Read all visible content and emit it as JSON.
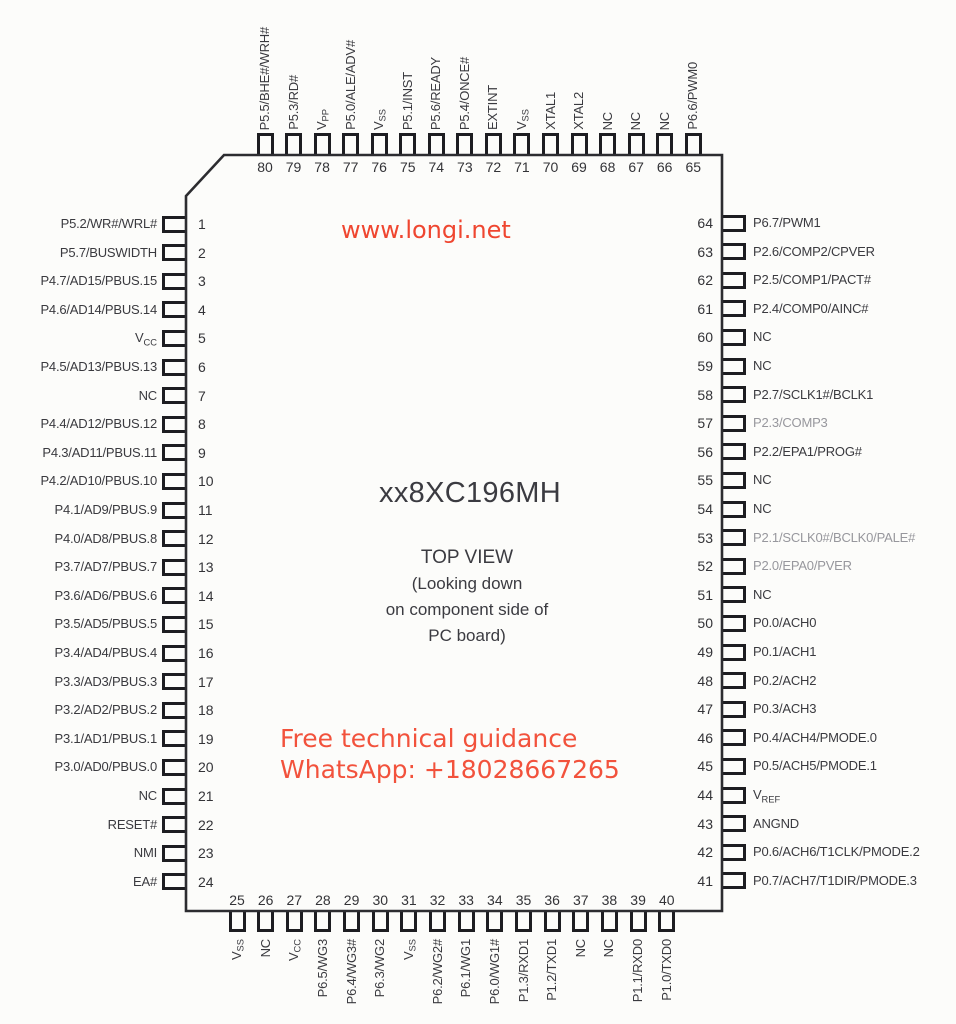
{
  "watermark": {
    "text": "www.longi.net",
    "color": "#ef4630"
  },
  "chip": {
    "part_number": "xx8XC196MH",
    "view_title": "TOP VIEW",
    "view_line1": "(Looking down",
    "view_line2": "on component side of",
    "view_line3": "PC board)"
  },
  "promo": {
    "line1": "Free technical guidance",
    "line2": "WhatsApp: +18028667265",
    "color": "#f2523c"
  },
  "outline_color": "#2c2c30",
  "pins": {
    "left": [
      {
        "n": 1,
        "label": "P5.2/WR#/WRL#"
      },
      {
        "n": 2,
        "label": "P5.7/BUSWIDTH"
      },
      {
        "n": 3,
        "label": "P4.7/AD15/PBUS.15"
      },
      {
        "n": 4,
        "label": "P4.6/AD14/PBUS.14"
      },
      {
        "n": 5,
        "label": "V_{CC}"
      },
      {
        "n": 6,
        "label": "P4.5/AD13/PBUS.13"
      },
      {
        "n": 7,
        "label": "NC"
      },
      {
        "n": 8,
        "label": "P4.4/AD12/PBUS.12"
      },
      {
        "n": 9,
        "label": "P4.3/AD11/PBUS.11"
      },
      {
        "n": 10,
        "label": "P4.2/AD10/PBUS.10"
      },
      {
        "n": 11,
        "label": "P4.1/AD9/PBUS.9"
      },
      {
        "n": 12,
        "label": "P4.0/AD8/PBUS.8"
      },
      {
        "n": 13,
        "label": "P3.7/AD7/PBUS.7"
      },
      {
        "n": 14,
        "label": "P3.6/AD6/PBUS.6"
      },
      {
        "n": 15,
        "label": "P3.5/AD5/PBUS.5"
      },
      {
        "n": 16,
        "label": "P3.4/AD4/PBUS.4"
      },
      {
        "n": 17,
        "label": "P3.3/AD3/PBUS.3"
      },
      {
        "n": 18,
        "label": "P3.2/AD2/PBUS.2"
      },
      {
        "n": 19,
        "label": "P3.1/AD1/PBUS.1"
      },
      {
        "n": 20,
        "label": "P3.0/AD0/PBUS.0"
      },
      {
        "n": 21,
        "label": "NC"
      },
      {
        "n": 22,
        "label": "RESET#"
      },
      {
        "n": 23,
        "label": "NMI"
      },
      {
        "n": 24,
        "label": "EA#"
      }
    ],
    "right": [
      {
        "n": 64,
        "label": "P6.7/PWM1"
      },
      {
        "n": 63,
        "label": "P2.6/COMP2/CPVER"
      },
      {
        "n": 62,
        "label": "P2.5/COMP1/PACT#"
      },
      {
        "n": 61,
        "label": "P2.4/COMP0/AINC#"
      },
      {
        "n": 60,
        "label": "NC"
      },
      {
        "n": 59,
        "label": "NC"
      },
      {
        "n": 58,
        "label": "P2.7/SCLK1#/BCLK1"
      },
      {
        "n": 57,
        "label": "P2.3/COMP3",
        "muted": true
      },
      {
        "n": 56,
        "label": "P2.2/EPA1/PROG#"
      },
      {
        "n": 55,
        "label": "NC"
      },
      {
        "n": 54,
        "label": "NC"
      },
      {
        "n": 53,
        "label": "P2.1/SCLK0#/BCLK0/PALE#",
        "muted": true
      },
      {
        "n": 52,
        "label": "P2.0/EPA0/PVER",
        "muted": true
      },
      {
        "n": 51,
        "label": "NC"
      },
      {
        "n": 50,
        "label": "P0.0/ACH0"
      },
      {
        "n": 49,
        "label": "P0.1/ACH1"
      },
      {
        "n": 48,
        "label": "P0.2/ACH2"
      },
      {
        "n": 47,
        "label": "P0.3/ACH3"
      },
      {
        "n": 46,
        "label": "P0.4/ACH4/PMODE.0"
      },
      {
        "n": 45,
        "label": "P0.5/ACH5/PMODE.1"
      },
      {
        "n": 44,
        "label": "V_{REF}"
      },
      {
        "n": 43,
        "label": "ANGND"
      },
      {
        "n": 42,
        "label": "P0.6/ACH6/T1CLK/PMODE.2"
      },
      {
        "n": 41,
        "label": "P0.7/ACH7/T1DIR/PMODE.3"
      }
    ],
    "top": [
      {
        "n": 80,
        "label": "P5.5/BHE#/WRH#"
      },
      {
        "n": 79,
        "label": "P5.3/RD#"
      },
      {
        "n": 78,
        "label": "V_{PP}"
      },
      {
        "n": 77,
        "label": "P5.0/ALE/ADV#"
      },
      {
        "n": 76,
        "label": "V_{SS}"
      },
      {
        "n": 75,
        "label": "P5.1/INST"
      },
      {
        "n": 74,
        "label": "P5.6/READY"
      },
      {
        "n": 73,
        "label": "P5.4/ONCE#"
      },
      {
        "n": 72,
        "label": "EXTINT"
      },
      {
        "n": 71,
        "label": "V_{SS}"
      },
      {
        "n": 70,
        "label": "XTAL1"
      },
      {
        "n": 69,
        "label": "XTAL2"
      },
      {
        "n": 68,
        "label": "NC"
      },
      {
        "n": 67,
        "label": "NC"
      },
      {
        "n": 66,
        "label": "NC"
      },
      {
        "n": 65,
        "label": "P6.6/PWM0"
      }
    ],
    "bottom": [
      {
        "n": 25,
        "label": "V_{SS}"
      },
      {
        "n": 26,
        "label": "NC"
      },
      {
        "n": 27,
        "label": "V_{CC}"
      },
      {
        "n": 28,
        "label": "P6.5/WG3"
      },
      {
        "n": 29,
        "label": "P6.4/WG3#"
      },
      {
        "n": 30,
        "label": "P6.3/WG2"
      },
      {
        "n": 31,
        "label": "V_{SS}"
      },
      {
        "n": 32,
        "label": "P6.2/WG2#"
      },
      {
        "n": 33,
        "label": "P6.1/WG1"
      },
      {
        "n": 34,
        "label": "P6.0/WG1#"
      },
      {
        "n": 35,
        "label": "P1.3/RXD1"
      },
      {
        "n": 36,
        "label": "P1.2/TXD1"
      },
      {
        "n": 37,
        "label": "NC"
      },
      {
        "n": 38,
        "label": "NC"
      },
      {
        "n": 39,
        "label": "P1.1/RXD0"
      },
      {
        "n": 40,
        "label": "P1.0/TXD0"
      }
    ]
  }
}
